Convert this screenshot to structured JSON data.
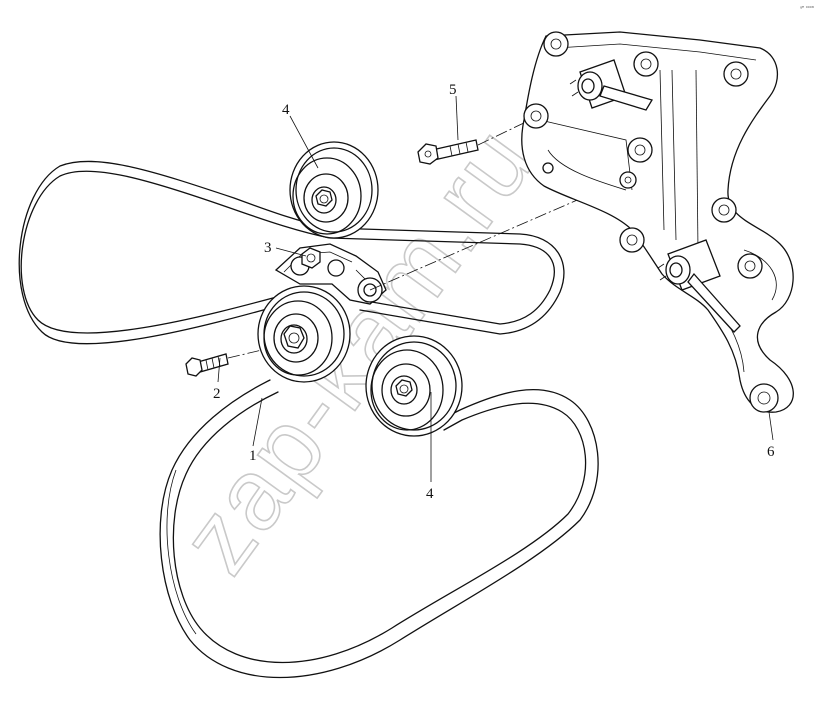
{
  "callouts": {
    "c1": "1",
    "c2": "2",
    "c3": "3",
    "c4_top": "4",
    "c4_bottom": "4",
    "c5": "5",
    "c6": "6"
  },
  "watermark": "zap-kam.ru",
  "corner_mark": "ᵍᴿ ⁰⁰⁰⁸",
  "colors": {
    "line": "#111111",
    "watermark": "#c9c9c9",
    "background": "#ffffff"
  }
}
